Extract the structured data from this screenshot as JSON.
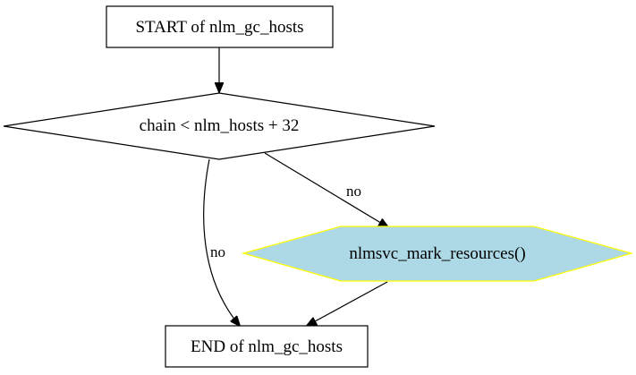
{
  "diagram": {
    "nodes": {
      "start": {
        "label": "START of nlm_gc_hosts",
        "fill": "#ffffff",
        "stroke": "#000000"
      },
      "decision": {
        "label": "chain < nlm_hosts + 32",
        "fill": "#ffffff",
        "stroke": "#000000"
      },
      "call": {
        "label": "nlmsvc_mark_resources()",
        "fill": "#add8e6",
        "stroke": "#ffff00"
      },
      "end": {
        "label": "END of nlm_gc_hosts",
        "fill": "#ffffff",
        "stroke": "#000000"
      }
    },
    "edges": {
      "start_to_decision": {
        "label": ""
      },
      "decision_to_call": {
        "label": "no"
      },
      "decision_to_end": {
        "label": "no"
      },
      "call_to_end": {
        "label": ""
      }
    }
  }
}
